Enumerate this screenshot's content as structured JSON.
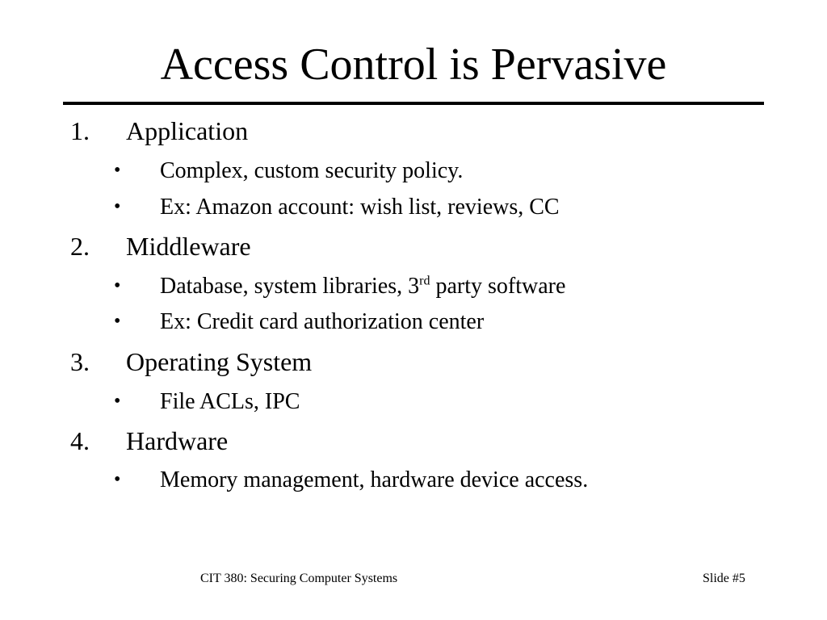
{
  "slide": {
    "title": "Access Control is Pervasive",
    "items": [
      {
        "number": "1.",
        "label": "Application",
        "subitems": [
          {
            "bullet": "•",
            "text": "Complex, custom security policy."
          },
          {
            "bullet": "•",
            "text": "Ex: Amazon account: wish list, reviews, CC"
          }
        ]
      },
      {
        "number": "2.",
        "label": "Middleware",
        "subitems": [
          {
            "bullet": "•",
            "text_before": "Database, system libraries, 3",
            "superscript": "rd",
            "text_after": " party software"
          },
          {
            "bullet": "•",
            "text": "Ex: Credit card authorization center"
          }
        ]
      },
      {
        "number": "3.",
        "label": "Operating System",
        "subitems": [
          {
            "bullet": "•",
            "text": "File ACLs, IPC"
          }
        ]
      },
      {
        "number": "4.",
        "label": "Hardware",
        "subitems": [
          {
            "bullet": "•",
            "text": "Memory management, hardware device access."
          }
        ]
      }
    ],
    "footer": {
      "course": "CIT 380: Securing Computer Systems",
      "slide_number": "Slide #5"
    }
  }
}
